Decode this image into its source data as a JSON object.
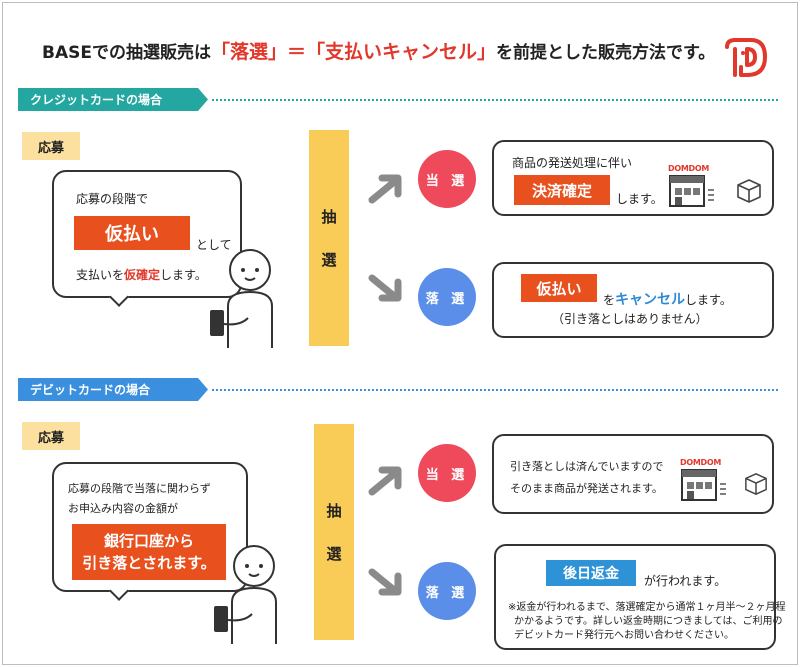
{
  "header": {
    "pre": "BASEでの抽選販売は",
    "highlight": "「落選」＝「支払いキャンセル」",
    "post": "を前提とした販売方法です。"
  },
  "credit": {
    "section_label": "クレジットカードの場合",
    "apply_tag": "応募",
    "bubble_line1": "応募の段階で",
    "bubble_badge": "仮払い",
    "bubble_line2_suffix": "として",
    "bubble_line3_pre": "支払いを",
    "bubble_line3_red": "仮確定",
    "bubble_line3_post": "します。",
    "lottery_chars": [
      "抽",
      "選"
    ],
    "win_label": "当 選",
    "win_text": "商品の発送処理に伴い",
    "win_badge": "決済確定",
    "win_suffix": "します。",
    "lose_label": "落 選",
    "lose_badge": "仮払い",
    "lose_mid": "を",
    "lose_blue": "キャンセル",
    "lose_post": "します。",
    "lose_note": "（引き落としはありません）"
  },
  "debit": {
    "section_label": "デビットカードの場合",
    "apply_tag": "応募",
    "bubble_line1": "応募の段階で当落に関わらず",
    "bubble_line2": "お申込み内容の金額が",
    "bubble_badge_line1": "銀行口座から",
    "bubble_badge_line2": "引き落とされます。",
    "lottery_chars": [
      "抽",
      "選"
    ],
    "win_label": "当 選",
    "win_line1": "引き落としは済んでいますので",
    "win_line2": "そのまま商品が発送されます。",
    "lose_label": "落 選",
    "lose_badge": "後日返金",
    "lose_suffix": "が行われます。",
    "note_line1": "※返金が行われるまで、落選確定から通常１ヶ月半〜２ヶ月程",
    "note_line2": "かかるようです。詳しい返金時期につきましては、ご利用の",
    "note_line3": "デビットカード発行元へお問い合わせください。"
  },
  "store_brand": "DOMDOM",
  "colors": {
    "accent_red": "#e2382c",
    "orange": "#e8501e",
    "teal": "#24a7a0",
    "blue": "#3a8fdf",
    "yellow": "#f9cc57",
    "win_pink": "#ee4a5b",
    "lose_blue": "#5a8ee9"
  }
}
